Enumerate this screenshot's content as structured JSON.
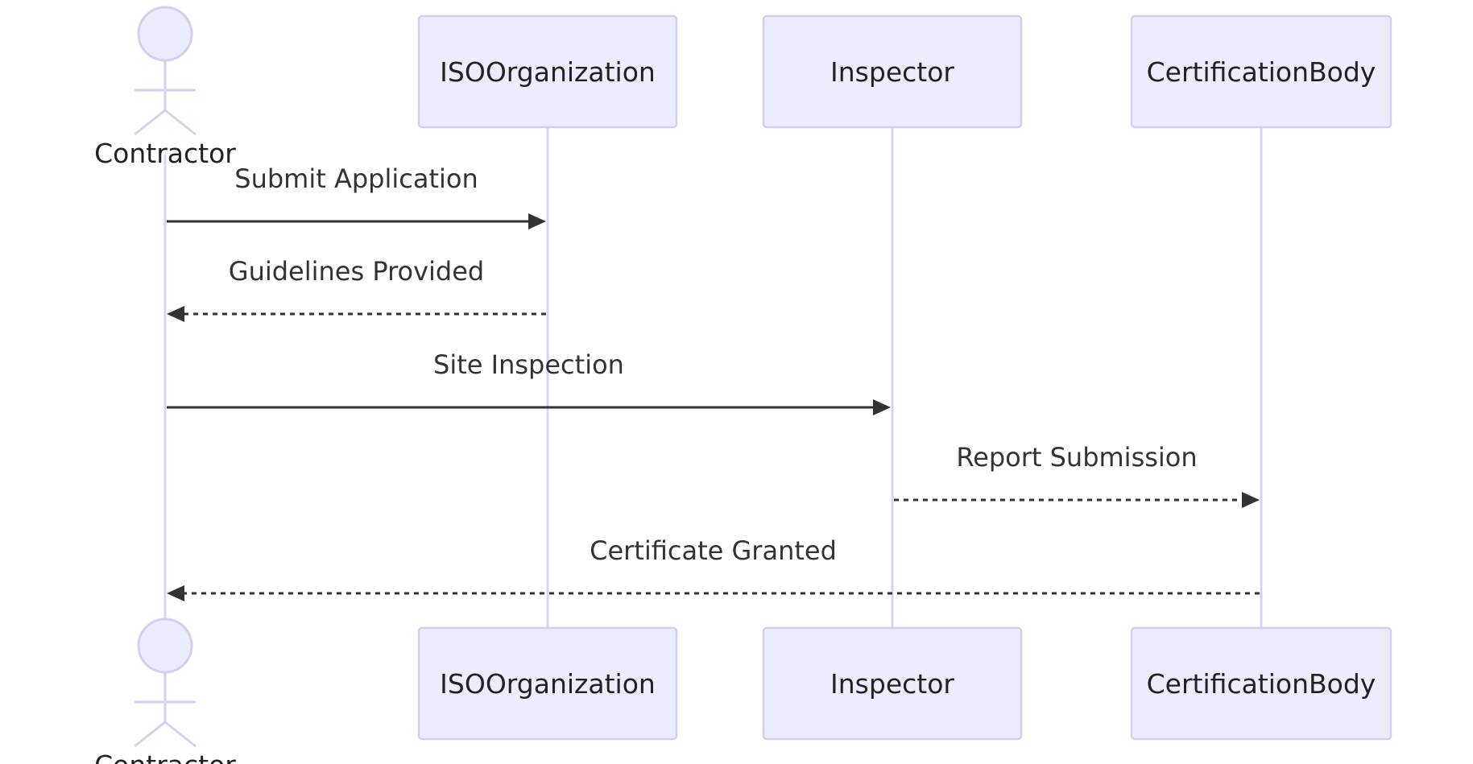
{
  "diagram": {
    "type": "sequence",
    "participants": [
      {
        "id": "contractor",
        "label": "Contractor",
        "kind": "actor"
      },
      {
        "id": "iso",
        "label": "ISOOrganization",
        "kind": "participant"
      },
      {
        "id": "inspector",
        "label": "Inspector",
        "kind": "participant"
      },
      {
        "id": "cert",
        "label": "CertificationBody",
        "kind": "participant"
      }
    ],
    "messages": [
      {
        "label": "Submit Application",
        "from": "contractor",
        "to": "iso",
        "style": "solid"
      },
      {
        "label": "Guidelines Provided",
        "from": "iso",
        "to": "contractor",
        "style": "dashed"
      },
      {
        "label": "Site Inspection",
        "from": "contractor",
        "to": "inspector",
        "style": "solid"
      },
      {
        "label": "Report Submission",
        "from": "inspector",
        "to": "cert",
        "style": "dashed"
      },
      {
        "label": "Certificate Granted",
        "from": "cert",
        "to": "contractor",
        "style": "dashed"
      }
    ],
    "colors": {
      "participant_fill": "#ececff",
      "participant_border": "#d6cef2",
      "lifeline": "#d9d2f2",
      "message_line": "#333333",
      "text": "#333333"
    }
  }
}
